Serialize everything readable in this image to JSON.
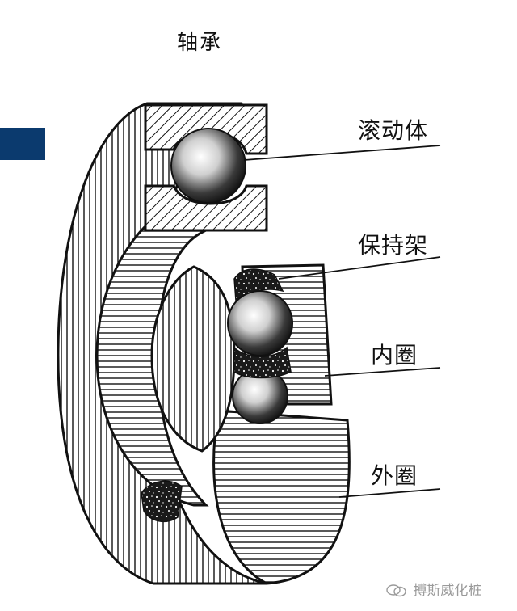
{
  "title": "轴承",
  "labels": {
    "rolling_element": "滚动体",
    "cage": "保持架",
    "inner_ring": "内圈",
    "outer_ring": "外圈"
  },
  "watermark": "搏斯威化桩",
  "colors": {
    "accent": "#0b3a6e",
    "ink": "#111111",
    "watermark": "#9a9a9a"
  },
  "icons": {
    "watermark_icon": "wechat-icon"
  }
}
